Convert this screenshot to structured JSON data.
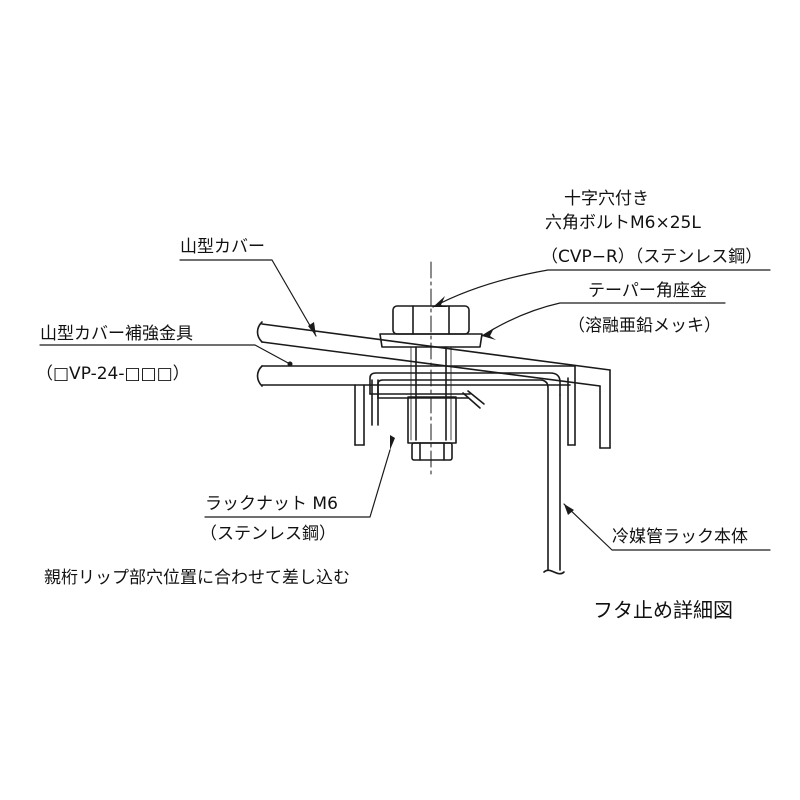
{
  "labels": {
    "bolt_line1": "十字穴付き",
    "bolt_line2": "六角ボルトM6×25L",
    "bolt_line3": "（CVP−R）（ステンレス鋼）",
    "washer_line1": "テーパー角座金",
    "washer_line2": "（溶融亜鉛メッキ）",
    "cover": "山型カバー",
    "reinforce_line1": "山型カバー補強金具",
    "reinforce_line2": "（□VP-24-□□□）",
    "nut_line1": "ラックナット M6",
    "nut_line2": "（ステンレス鋼）",
    "rack_body": "冷媒管ラック本体",
    "note": "親桁リップ部穴位置に合わせて差し込む",
    "title": "フタ止め詳細図"
  },
  "colors": {
    "line": "#1a1a1a",
    "text": "#111111"
  }
}
